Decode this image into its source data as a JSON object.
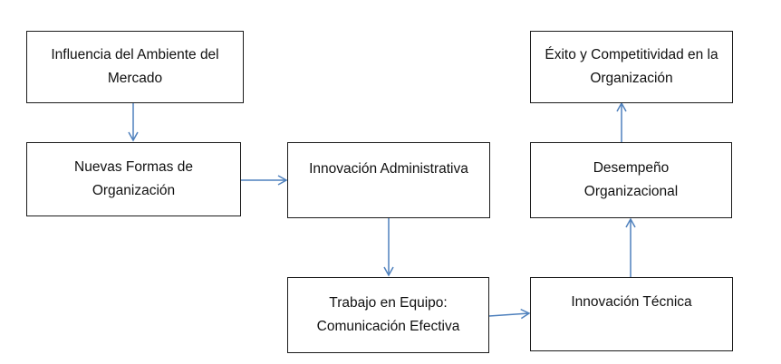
{
  "diagram": {
    "nodes": [
      {
        "id": "influencia",
        "label": "Influencia del Ambiente del Mercado"
      },
      {
        "id": "nuevas-formas",
        "label": "Nuevas Formas de Organización"
      },
      {
        "id": "innovacion-administrativa",
        "label": "Innovación Administrativa"
      },
      {
        "id": "trabajo-equipo",
        "label": "Trabajo en Equipo: Comunicación Efectiva"
      },
      {
        "id": "innovacion-tecnica",
        "label": "Innovación Técnica"
      },
      {
        "id": "desempeno",
        "label": "Desempeño Organizacional"
      },
      {
        "id": "exito",
        "label": "Éxito y Competitividad en la Organización"
      }
    ],
    "edges": [
      {
        "from": "influencia",
        "to": "nuevas-formas"
      },
      {
        "from": "nuevas-formas",
        "to": "innovacion-administrativa"
      },
      {
        "from": "innovacion-administrativa",
        "to": "trabajo-equipo"
      },
      {
        "from": "trabajo-equipo",
        "to": "innovacion-tecnica"
      },
      {
        "from": "innovacion-tecnica",
        "to": "desempeno"
      },
      {
        "from": "desempeno",
        "to": "exito"
      }
    ],
    "colors": {
      "arrow": "#4f81bd",
      "border": "#1a1a1a",
      "text": "#111111"
    }
  }
}
